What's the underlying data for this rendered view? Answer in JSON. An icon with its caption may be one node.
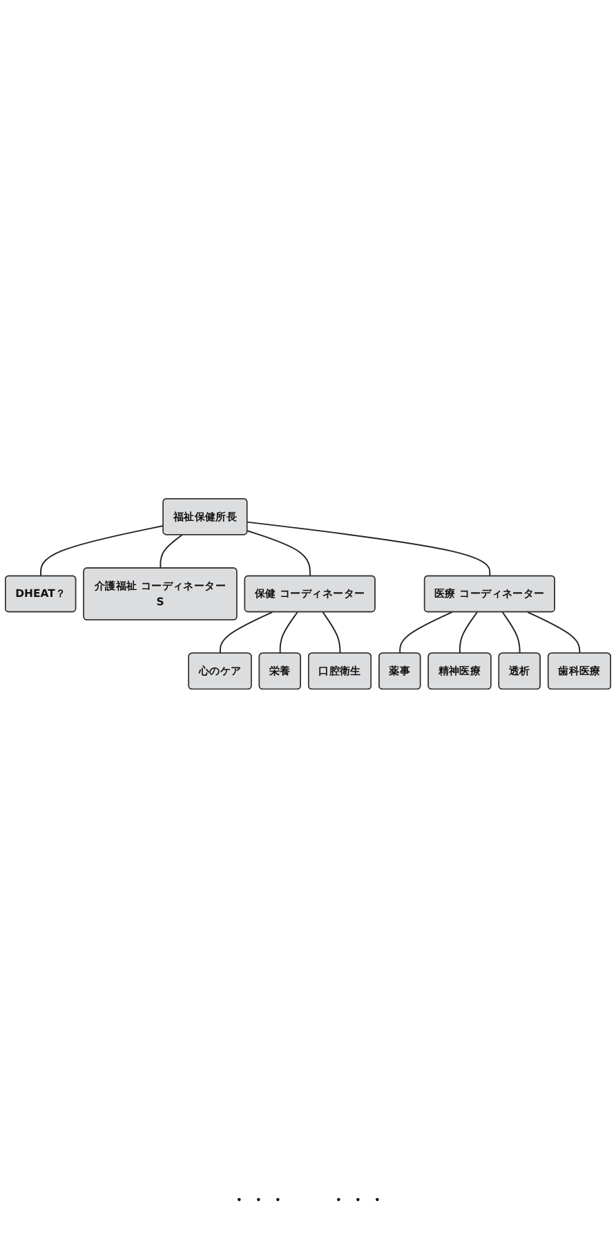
{
  "diagram": {
    "nodes": [
      {
        "text": [
          "福祉保健所長"
        ]
      },
      {
        "text": [
          "DHEAT？"
        ]
      },
      {
        "text": [
          "介護福祉 コーディネーターS"
        ]
      },
      {
        "text": [
          "保健 コーディネーター"
        ]
      },
      {
        "text": [
          "心のケア"
        ]
      },
      {
        "text": [
          "栄養"
        ]
      },
      {
        "text": [
          "口腔衛生"
        ]
      },
      {
        "text": [
          "医療 コーディネーター"
        ]
      },
      {
        "text": [
          "薬事"
        ]
      },
      {
        "text": [
          "精神医療"
        ]
      },
      {
        "text": [
          "透析"
        ]
      },
      {
        "text": [
          "歯科医療"
        ]
      }
    ],
    "edges": [
      {
        "from": 0,
        "to": 1,
        "arrow": "none"
      },
      {
        "from": 0,
        "to": 2,
        "arrow": "none"
      },
      {
        "from": 0,
        "to": 3,
        "arrow": "none"
      },
      {
        "from": 0,
        "to": 7,
        "arrow": "none"
      },
      {
        "from": 3,
        "to": 4,
        "arrow": "none"
      },
      {
        "from": 3,
        "to": 5,
        "arrow": "none"
      },
      {
        "from": 3,
        "to": 6,
        "arrow": "none"
      },
      {
        "from": 7,
        "to": 8,
        "arrow": "none"
      },
      {
        "from": 7,
        "to": 9,
        "arrow": "none"
      },
      {
        "from": 7,
        "to": 10,
        "arrow": "none"
      },
      {
        "from": 7,
        "to": 11,
        "arrow": "none"
      }
    ],
    "labels": [
      "・・・",
      "・・・"
    ]
  }
}
